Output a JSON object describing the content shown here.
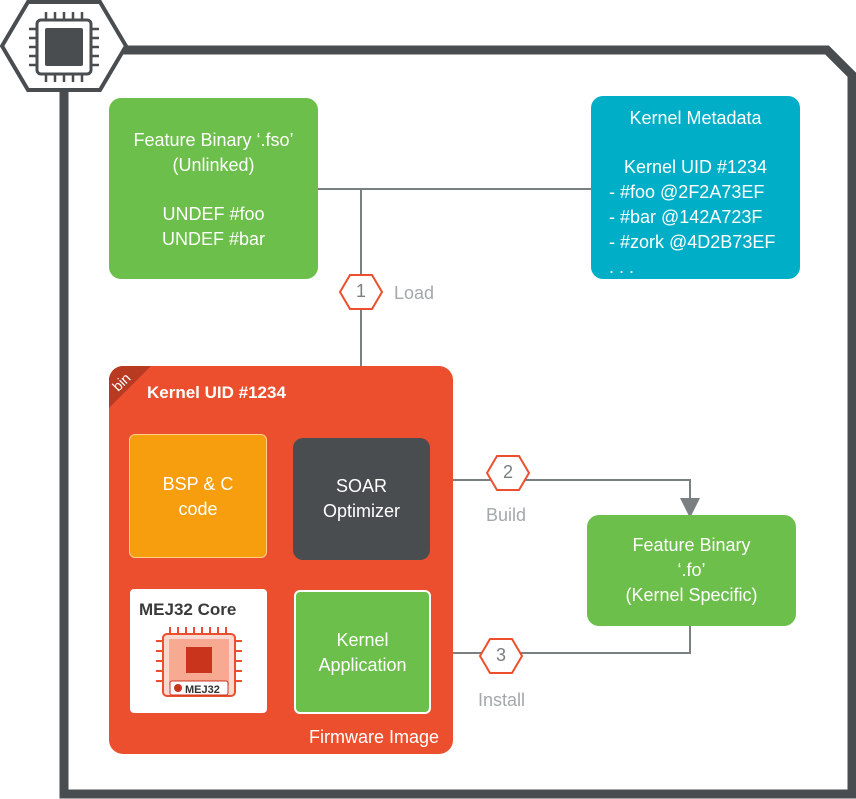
{
  "feature_binary_unlinked": {
    "title": "Feature Binary ‘.fso’\n(Unlinked)",
    "lines": "UNDEF #foo\nUNDEF #bar"
  },
  "kernel_metadata": {
    "title": "Kernel Metadata",
    "uid": "Kernel UID  #1234",
    "entries": "- #foo  @2F2A73EF\n- #bar  @142A723F\n- #zork @4D2B73EF\n . . ."
  },
  "steps": [
    {
      "number": "1",
      "label": "Load"
    },
    {
      "number": "2",
      "label": "Build"
    },
    {
      "number": "3",
      "label": "Install"
    }
  ],
  "firmware": {
    "corner_tag": "bin",
    "kernel_uid": "Kernel UID #1234",
    "footer": "Firmware Image",
    "bsp": "BSP & C\ncode",
    "soar": "SOAR\nOptimizer",
    "mej_title": "MEJ32 Core",
    "mej_chip_text": "MEJ32",
    "kernel_app": "Kernel\nApplication"
  },
  "feature_binary_specific": {
    "title": "Feature Binary\n‘.fo’\n(Kernel Specific)"
  },
  "colors": {
    "green": "#6bbf4a",
    "teal": "#00aec7",
    "red_orange": "#ec4f2e",
    "orange": "#f79e0f",
    "dark_gray": "#4a4d50",
    "outline_gray": "#4a4d50",
    "connector_gray": "#7a7f82"
  },
  "icons": [
    "chip-icon",
    "mej32-chip-icon"
  ]
}
